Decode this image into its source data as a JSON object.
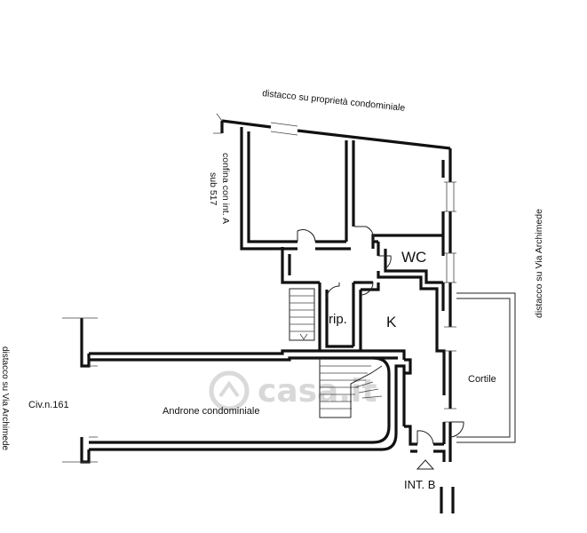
{
  "labels": {
    "top_boundary": "distacco su proprietà condominiale",
    "left_note_line1": "confina con int. A",
    "left_note_line2": "sub 517",
    "right_boundary": "distacco su Via Archimede",
    "left_edge_boundary": "distacco su Via Archimede",
    "wc": "WC",
    "rip": "rip.",
    "kitchen": "K",
    "courtyard": "Cortile",
    "hall": "Androne condominiale",
    "civic_number": "Civ.n.161",
    "entrance": "INT. B"
  },
  "watermark": "casa.it"
}
